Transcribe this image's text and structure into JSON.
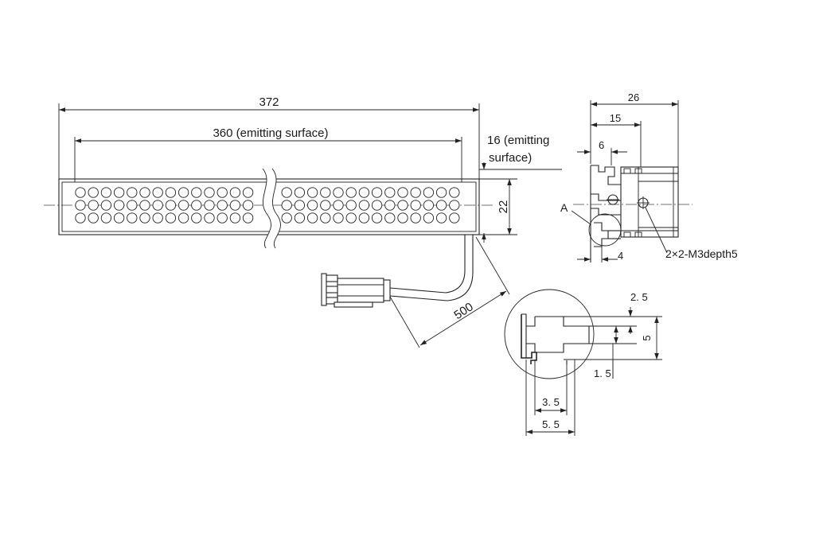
{
  "front_view": {
    "overall_length": "372",
    "emitting_length": "360 (emitting surface)",
    "height": "22",
    "emitting_width_line1": "16 (emitting",
    "emitting_width_line2": "surface)",
    "cable_length": "500"
  },
  "side_view": {
    "width": "26",
    "offset_15": "15",
    "offset_6": "6",
    "offset_4": "4",
    "detail_label": "A",
    "hole_spec": "2×2-M3depth5"
  },
  "detail_view": {
    "dim_2_5": "2. 5",
    "dim_5": "5",
    "dim_1_5": "1. 5",
    "dim_3_5": "3. 5",
    "dim_5_5": "5. 5"
  }
}
